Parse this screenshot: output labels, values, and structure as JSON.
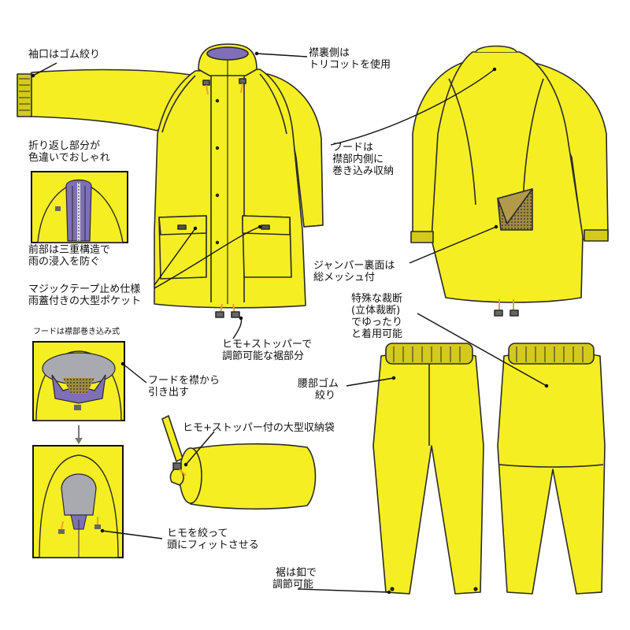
{
  "colors": {
    "jacket_yellow": "#f5ee22",
    "outline": "#2a2a2a",
    "lining_purple": "#7e6fb8",
    "hood_gray": "#a9aab0",
    "mesh_brown": "#a08a44",
    "cord_orange": "#f0a030",
    "frame_black": "#111111"
  },
  "labels": {
    "cuff": "袖口はゴム絞り",
    "collar_lining": [
      "襟裏側は",
      "トリコットを使用"
    ],
    "fold_back": [
      "折り返し部分が",
      "色違いでおしゃれ"
    ],
    "hood_storage": [
      "フードは",
      "襟部内側に",
      "巻き込み収納"
    ],
    "front_structure": [
      "前部は三重構造で",
      "雨の浸入を防ぐ"
    ],
    "mesh_lining": [
      "ジャンパー裏面は",
      "総メッシュ付"
    ],
    "pocket": [
      "マジックテープ止め仕様",
      "雨蓋付きの大型ポケット"
    ],
    "special_cut": [
      "特殊な裁断",
      "(立体裁断)",
      "でゆったり",
      "と着用可能"
    ],
    "hood_type": "フードは襟部巻き込み式",
    "hem_cord": [
      "ヒモ+ストッパーで",
      "調節可能な裾部分"
    ],
    "pull_hood": [
      "フードを襟から",
      "引き出す"
    ],
    "waist": [
      "腰部ゴム",
      "絞り"
    ],
    "storage_bag": "ヒモ+ストッパー付の大型収納袋",
    "fit_head": [
      "ヒモを絞って",
      "頭にフィットさせる"
    ],
    "pants_hem": [
      "裾は釦で",
      "調節可能"
    ]
  }
}
